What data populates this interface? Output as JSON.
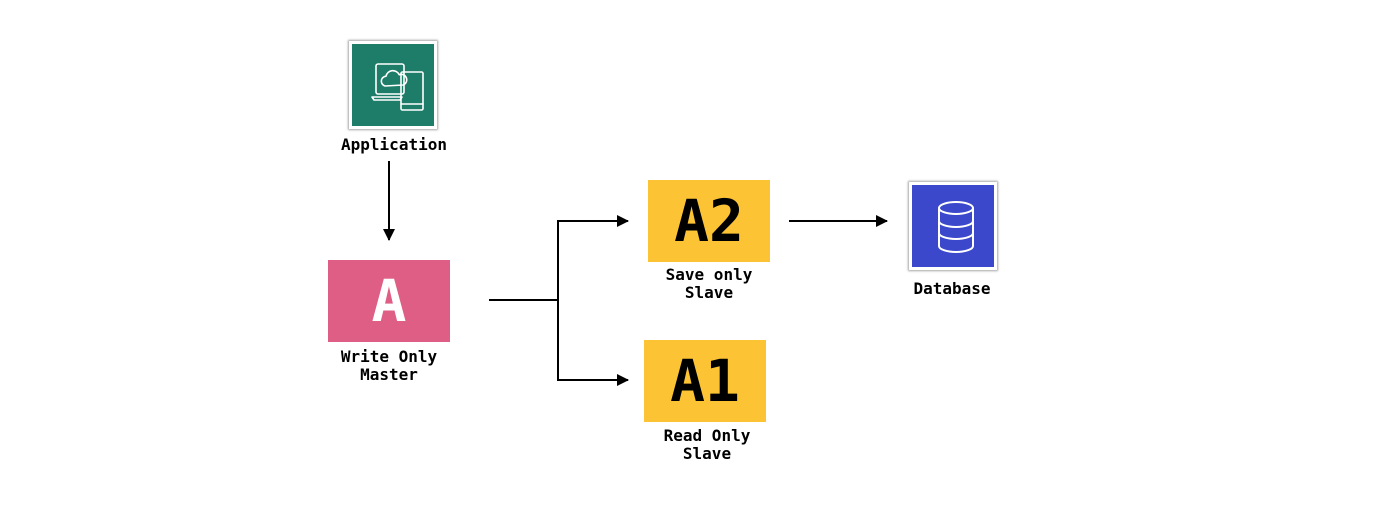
{
  "nodes": {
    "application": {
      "label": "Application",
      "icon": "application-icon",
      "color": "#1e7d69"
    },
    "master": {
      "letter": "A",
      "label_line1": "Write Only",
      "label_line2": "Master",
      "color": "#de5e85",
      "text_color": "#ffffff"
    },
    "save_slave": {
      "letter": "A2",
      "label_line1": "Save only",
      "label_line2": "Slave",
      "color": "#fcc435",
      "text_color": "#000000"
    },
    "read_slave": {
      "letter": "A1",
      "label_line1": "Read Only",
      "label_line2": "Slave",
      "color": "#fcc435",
      "text_color": "#000000"
    },
    "database": {
      "label": "Database",
      "icon": "database-icon",
      "color": "#3b48cc"
    }
  },
  "edges": [
    {
      "from": "application",
      "to": "master"
    },
    {
      "from": "master",
      "to": "save_slave"
    },
    {
      "from": "master",
      "to": "read_slave"
    },
    {
      "from": "save_slave",
      "to": "database"
    }
  ]
}
